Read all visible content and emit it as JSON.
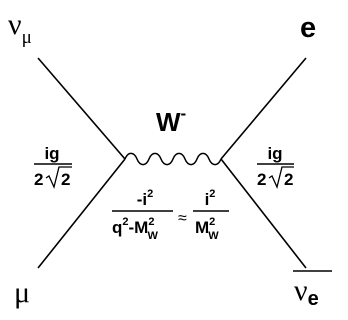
{
  "particles": {
    "top_left": {
      "symbol": "ν",
      "subscript": "μ"
    },
    "top_right": {
      "symbol": "e"
    },
    "bottom_left": {
      "symbol": "μ"
    },
    "bottom_right": {
      "symbol": "ν",
      "subscript": "e"
    }
  },
  "boson": {
    "symbol": "W",
    "superscript": "-"
  },
  "vertex_factor": {
    "numerator": "ig",
    "coefficient": "2",
    "radicand": "2"
  },
  "propagator": {
    "exact": {
      "numerator_base": "-i",
      "numerator_exponent": "2",
      "denominator_q": "q",
      "q_exponent": "2",
      "denominator_minus_m": "-M",
      "m_exponent": "2",
      "m_subscript": "W"
    },
    "approx_symbol": "≈",
    "approx": {
      "numerator_base": "i",
      "numerator_exponent": "2",
      "denominator_m": "M",
      "m_exponent": "2",
      "m_subscript": "W"
    }
  }
}
